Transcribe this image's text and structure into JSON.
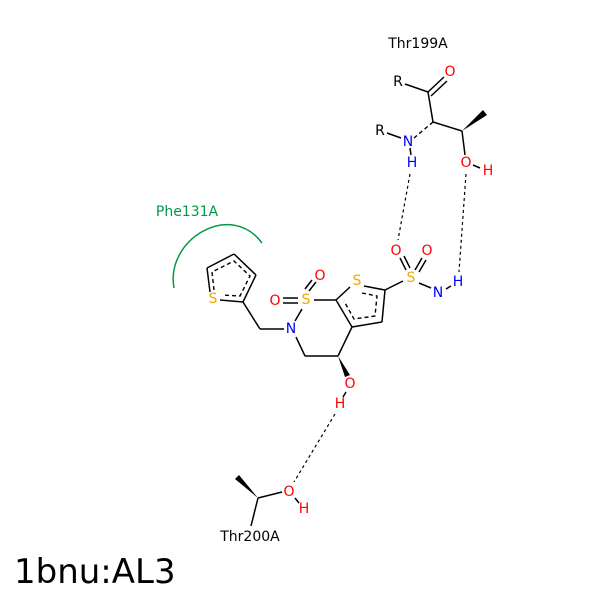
{
  "title": "1bnu:AL3",
  "residues": {
    "thr199": "Thr199A",
    "thr200": "Thr200A",
    "phe131": "Phe131A"
  },
  "atoms": {
    "S": "S",
    "O": "O",
    "N": "N",
    "H": "H",
    "R": "R"
  },
  "colors": {
    "S": "#f0a800",
    "O": "#ff0000",
    "N": "#0000ff",
    "H_N": "#0000ff",
    "H_O": "#ff0000",
    "hydrophobic": "#009944"
  }
}
